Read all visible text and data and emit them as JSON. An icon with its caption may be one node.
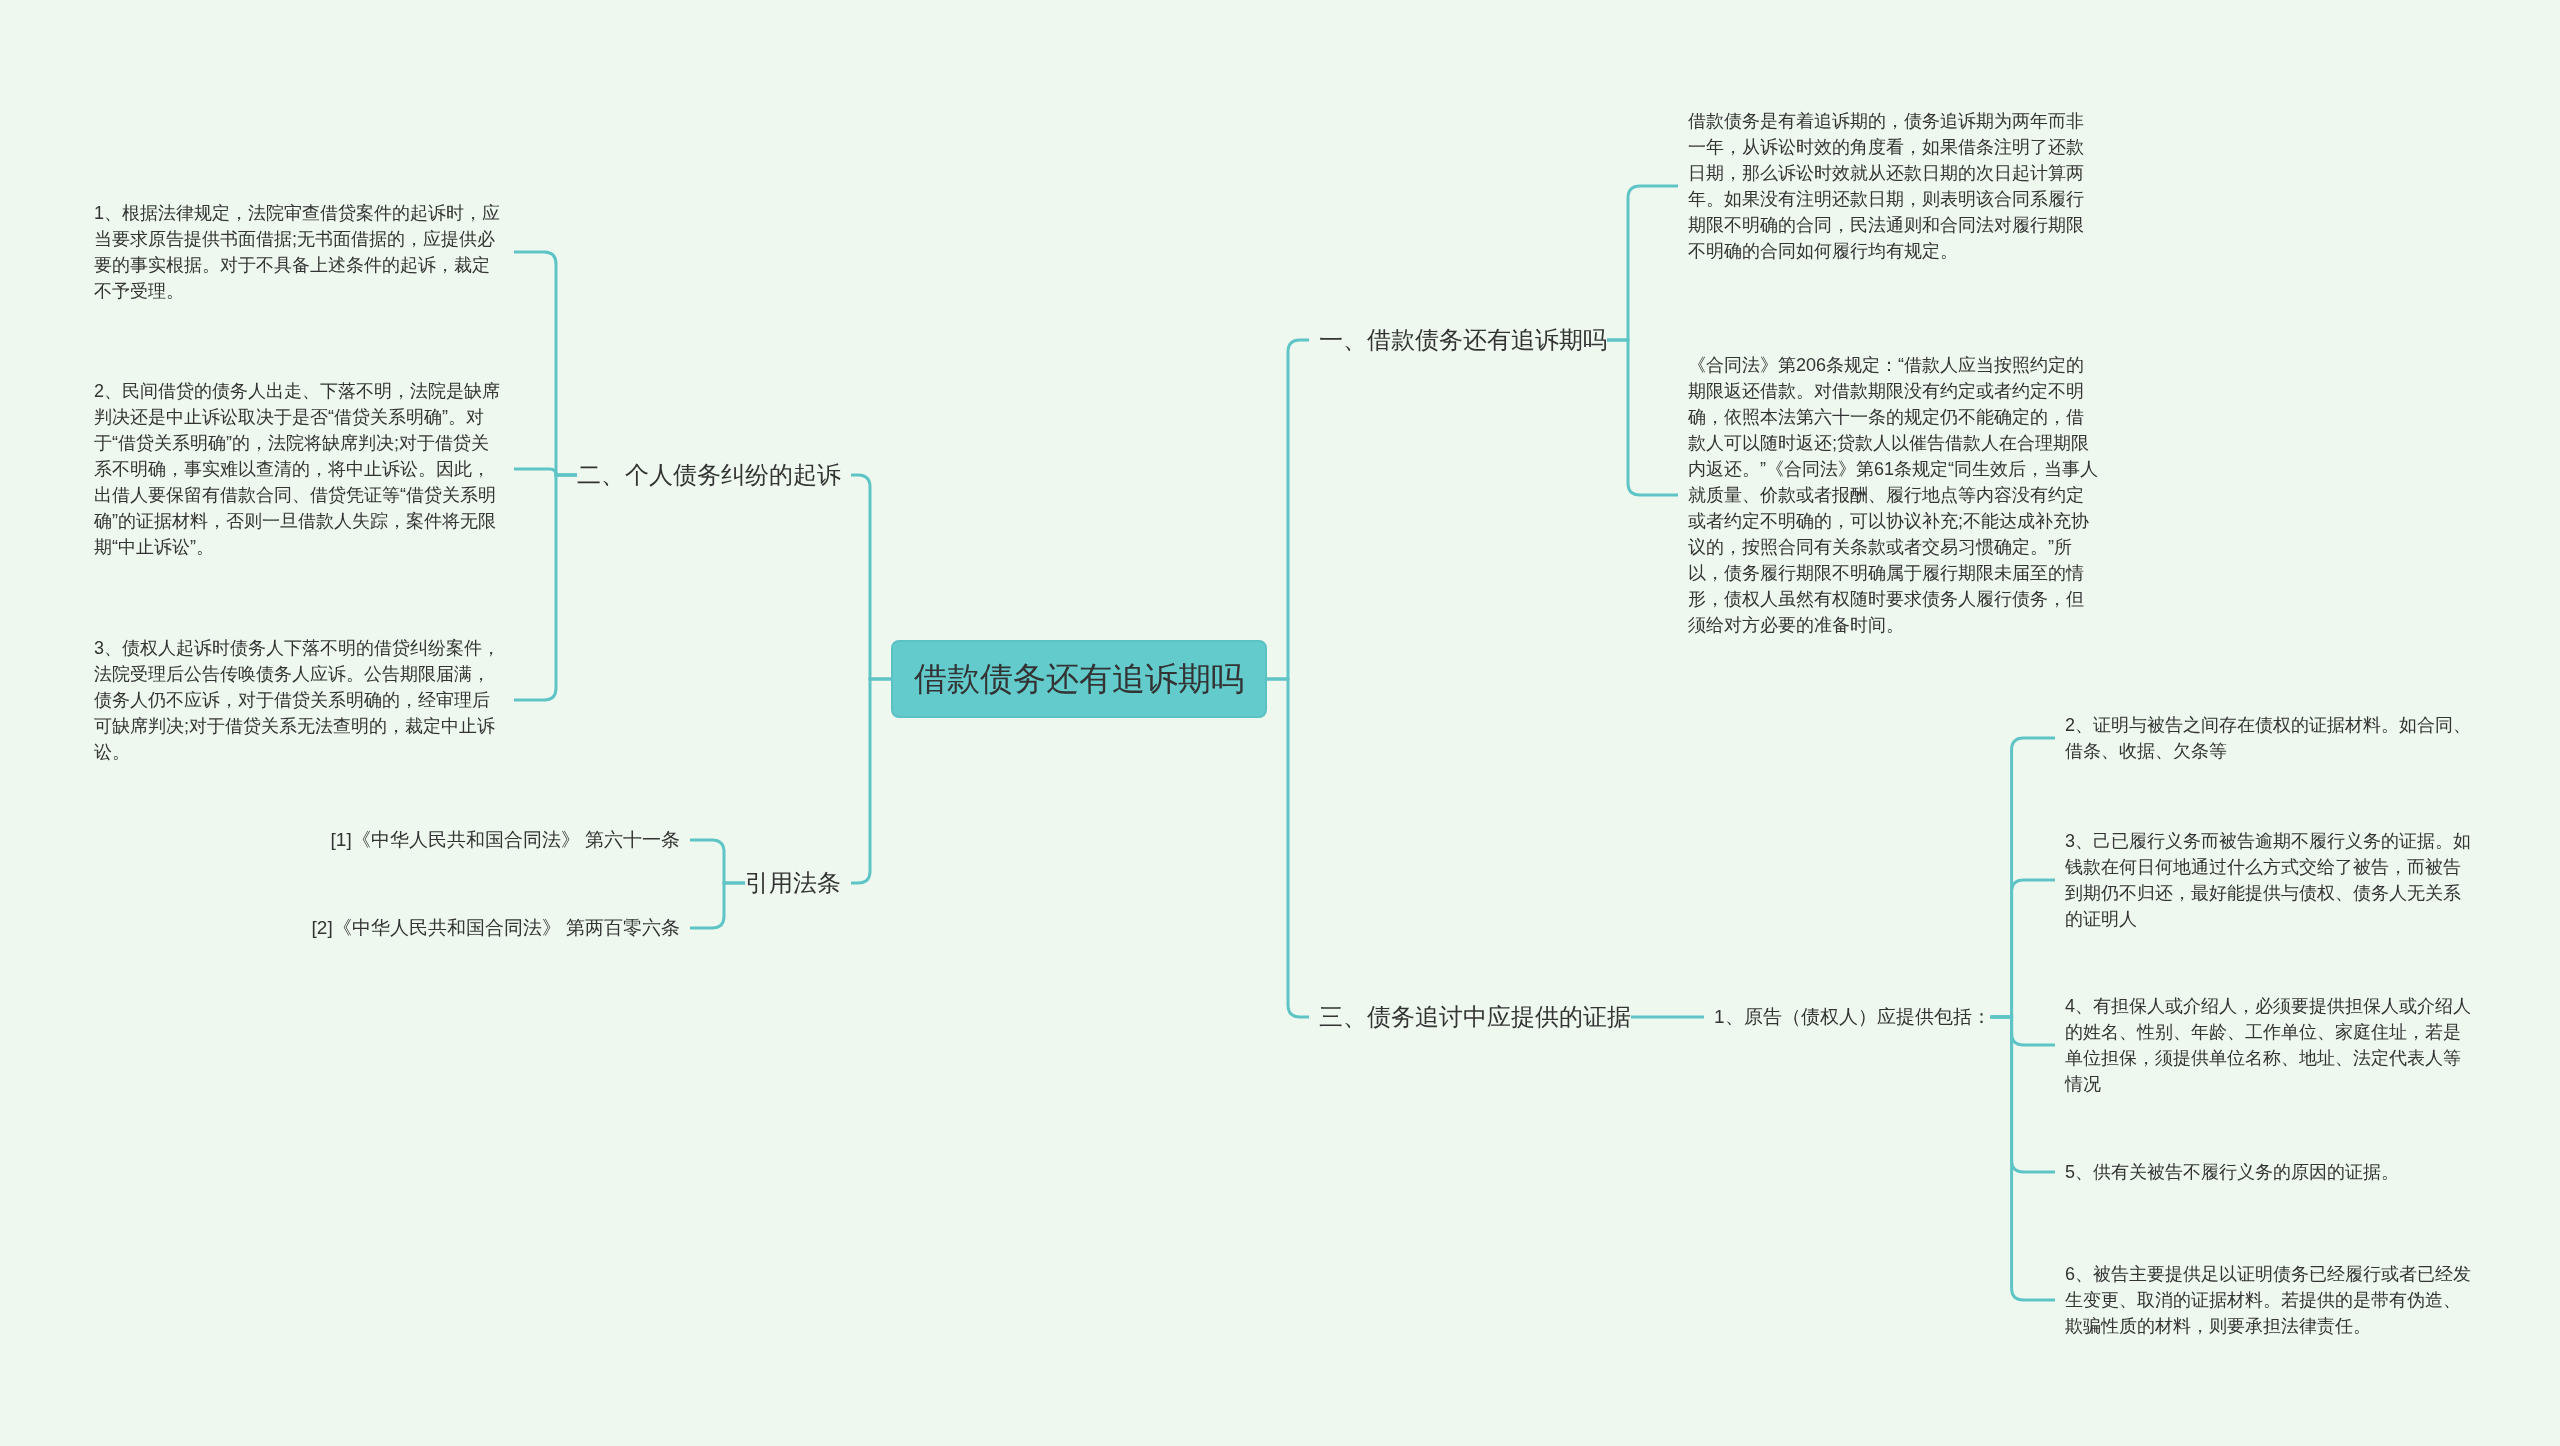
{
  "diagram": {
    "nodes": [
      {
        "text": [
          "借款债务还有追诉期吗"
        ]
      },
      {
        "text": [
          "一、借款债务还有追诉期吗"
        ]
      },
      {
        "text": [
          "借款债务是有着追诉期的，债务追诉期为两年而非一年，从诉讼时效的角度看，如果借条注明了还款日期，那么诉讼时效就从还款日期的次日起计算两年。如果没有注明还款日期，则表明该合同系履行期限不明确的合同，民法通则和合同法对履行期限不明确的合同如何履行均有规定。"
        ]
      },
      {
        "text": [
          "《合同法》第206条规定：“借款人应当按照约定的期限返还借款。对借款期限没有约定或者约定不明确，依照本法第六十一条的规定仍不能确定的，借款人可以随时返还;贷款人以催告借款人在合理期限内返还。”《合同法》第61条规定“同生效后，当事人就质量、价款或者报酬、履行地点等内容没有约定或者约定不明确的，可以协议补充;不能达成补充协议的，按照合同有关条款或者交易习惯确定。”所以，债务履行期限不明确属于履行期限未届至的情形，债权人虽然有权随时要求债务人履行债务，但须给对方必要的准备时间。"
        ]
      },
      {
        "text": [
          "三、债务追讨中应提供的证据"
        ]
      },
      {
        "text": [
          "1、原告（债权人）应提供包括："
        ]
      },
      {
        "text": [
          "2、证明与被告之间存在债权的证据材料。如合同、借条、收据、欠条等"
        ]
      },
      {
        "text": [
          "3、己已履行义务而被告逾期不履行义务的证据。如钱款在何日何地通过什么方式交给了被告，而被告到期仍不归还，最好能提供与债权、债务人无关系的证明人"
        ]
      },
      {
        "text": [
          "4、有担保人或介绍人，必须要提供担保人或介绍人的姓名、性别、年龄、工作单位、家庭住址，若是单位担保，须提供单位名称、地址、法定代表人等情况"
        ]
      },
      {
        "text": [
          "5、供有关被告不履行义务的原因的证据。"
        ]
      },
      {
        "text": [
          "6、被告主要提供足以证明债务已经履行或者已经发生变更、取消的证据材料。若提供的是带有伪造、欺骗性质的材料，则要承担法律责任。"
        ]
      },
      {
        "text": [
          "二、个人债务纠纷的起诉"
        ]
      },
      {
        "text": [
          "1、根据法律规定，法院审查借贷案件的起诉时，应当要求原告提供书面借据;无书面借据的，应提供必要的事实根据。对于不具备上述条件的起诉，裁定不予受理。"
        ]
      },
      {
        "text": [
          "2、民间借贷的债务人出走、下落不明，法院是缺席判决还是中止诉讼取决于是否“借贷关系明确”。对于“借贷关系明确”的，法院将缺席判决;对于借贷关系不明确，事实难以查清的，将中止诉讼。因此，出借人要保留有借款合同、借贷凭证等“借贷关系明确”的证据材料，否则一旦借款人失踪，案件将无限期“中止诉讼”。"
        ]
      },
      {
        "text": [
          "3、债权人起诉时债务人下落不明的借贷纠纷案件，法院受理后公告传唤债务人应诉。公告期限届满，债务人仍不应诉，对于借贷关系明确的，经审理后可缺席判决;对于借贷关系无法查明的，裁定中止诉讼。"
        ]
      },
      {
        "text": [
          "引用法条"
        ]
      },
      {
        "text": [
          "[1]《中华人民共和国合同法》 第六十一条"
        ]
      },
      {
        "text": [
          "[2]《中华人民共和国合同法》 第两百零六条"
        ]
      }
    ],
    "edges": [
      {
        "from": 0,
        "to": 1,
        "arrow": "none"
      },
      {
        "from": 1,
        "to": 2,
        "arrow": "none"
      },
      {
        "from": 1,
        "to": 3,
        "arrow": "none"
      },
      {
        "from": 0,
        "to": 4,
        "arrow": "none"
      },
      {
        "from": 4,
        "to": 5,
        "arrow": "none"
      },
      {
        "from": 5,
        "to": 6,
        "arrow": "none"
      },
      {
        "from": 5,
        "to": 7,
        "arrow": "none"
      },
      {
        "from": 5,
        "to": 8,
        "arrow": "none"
      },
      {
        "from": 5,
        "to": 9,
        "arrow": "none"
      },
      {
        "from": 5,
        "to": 10,
        "arrow": "none"
      },
      {
        "from": 0,
        "to": 11,
        "arrow": "none"
      },
      {
        "from": 11,
        "to": 12,
        "arrow": "none"
      },
      {
        "from": 11,
        "to": 13,
        "arrow": "none"
      },
      {
        "from": 11,
        "to": 14,
        "arrow": "none"
      },
      {
        "from": 0,
        "to": 15,
        "arrow": "none"
      },
      {
        "from": 15,
        "to": 16,
        "arrow": "none"
      },
      {
        "from": 15,
        "to": 17,
        "arrow": "none"
      }
    ]
  }
}
